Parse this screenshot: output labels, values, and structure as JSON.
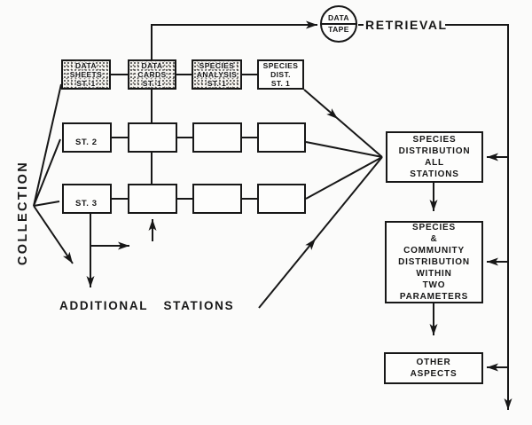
{
  "colors": {
    "ink": "#171717",
    "paper": "#fbfbfa"
  },
  "labels": {
    "collection": "COLLECTION",
    "additional_stations": "ADDITIONAL STATIONS",
    "retrieval": "RETRIEVAL"
  },
  "data_tape": {
    "line1": "DATA",
    "line2": "TAPE"
  },
  "stations_grid": {
    "row1": [
      {
        "text": "DATA\nSHEETS\nST. 1",
        "stippled": true
      },
      {
        "text": "DATA\nCARDS\nST. 1",
        "stippled": true
      },
      {
        "text": "SPECIES\nANALYSIS\nST. 1",
        "stippled": true
      },
      {
        "text": "SPECIES\nDIST.\nST. 1",
        "stippled": false
      }
    ],
    "row2_label": "ST. 2",
    "row3_label": "ST. 3"
  },
  "right_column": {
    "species_distribution": "SPECIES\nDISTRIBUTION\nALL\nSTATIONS",
    "species_community": "SPECIES\n&\nCOMMUNITY\nDISTRIBUTION\nWITHIN\nTWO\nPARAMETERS",
    "other_aspects": "OTHER\nASPECTS"
  }
}
